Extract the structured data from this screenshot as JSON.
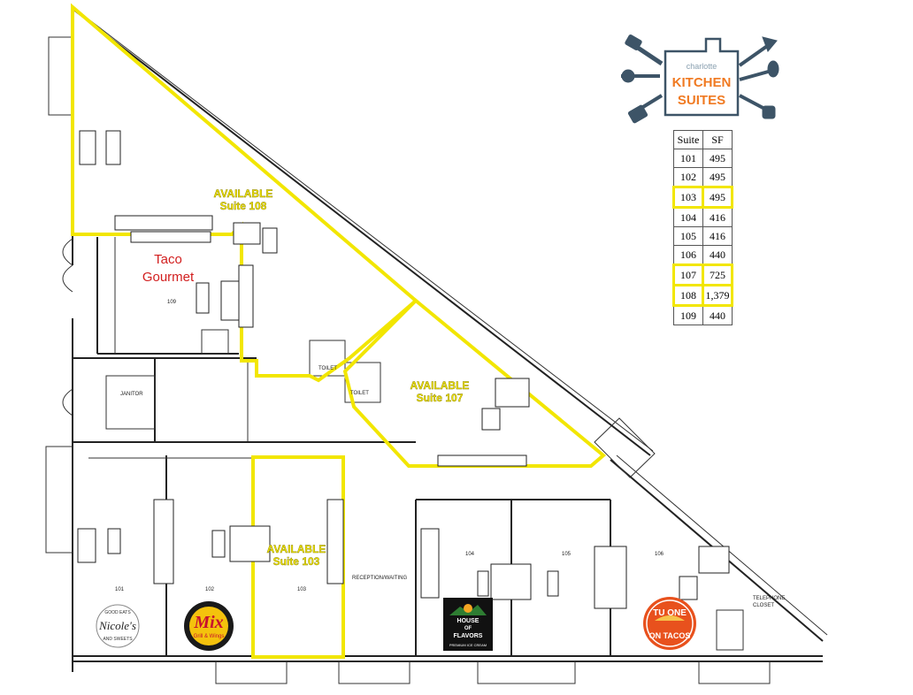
{
  "logo": {
    "small_text": "charlotte",
    "line1": "KITCHEN",
    "line2": "SUITES",
    "colors": {
      "navy": "#3d5467",
      "orange": "#f07a22"
    }
  },
  "suite_table": {
    "headers": [
      "Suite",
      "SF"
    ],
    "rows": [
      {
        "suite": "101",
        "sf": "495",
        "highlighted": false
      },
      {
        "suite": "102",
        "sf": "495",
        "highlighted": false
      },
      {
        "suite": "103",
        "sf": "495",
        "highlighted": true
      },
      {
        "suite": "104",
        "sf": "416",
        "highlighted": false
      },
      {
        "suite": "105",
        "sf": "416",
        "highlighted": false
      },
      {
        "suite": "106",
        "sf": "440",
        "highlighted": false
      },
      {
        "suite": "107",
        "sf": "725",
        "highlighted": true
      },
      {
        "suite": "108",
        "sf": "1,379",
        "highlighted": true
      },
      {
        "suite": "109",
        "sf": "440",
        "highlighted": false
      }
    ]
  },
  "labels": {
    "available_108_line1": "AVAILABLE",
    "available_108_line2": "Suite 108",
    "available_107_line1": "AVAILABLE",
    "available_107_line2": "Suite 107",
    "available_103_line1": "AVAILABLE",
    "available_103_line2": "Suite 103",
    "taco_line1": "Taco",
    "taco_line2": "Gourmet",
    "toilet_1": "TOILET",
    "toilet_2": "TOILET",
    "janitor": "JANITOR",
    "reception": "RECEPTION/WAITING",
    "telephone_line1": "TELEPHONE",
    "telephone_line2": "CLOSET",
    "room_109": "109",
    "room_101": "101",
    "room_102": "102",
    "room_103": "103",
    "room_104": "104",
    "room_105": "105",
    "room_106": "106"
  },
  "tenant_logos": {
    "nicoles": {
      "top": "GOOD EATS",
      "name": "Nicole's",
      "bottom": "AND SWEETS"
    },
    "mix": {
      "name": "Mix",
      "sub": "Grill & Wings"
    },
    "house_of_flavors": {
      "line1": "HOUSE",
      "line2": "OF",
      "line3": "FLAVORS",
      "line4": "PREMIUM ICE CREAM"
    },
    "tu_one": {
      "line1": "TU ONE",
      "line2": "ON TACOS"
    }
  },
  "colors": {
    "highlight": "#f2e600",
    "taco_red": "#d21e1e",
    "wall": "#222222"
  }
}
